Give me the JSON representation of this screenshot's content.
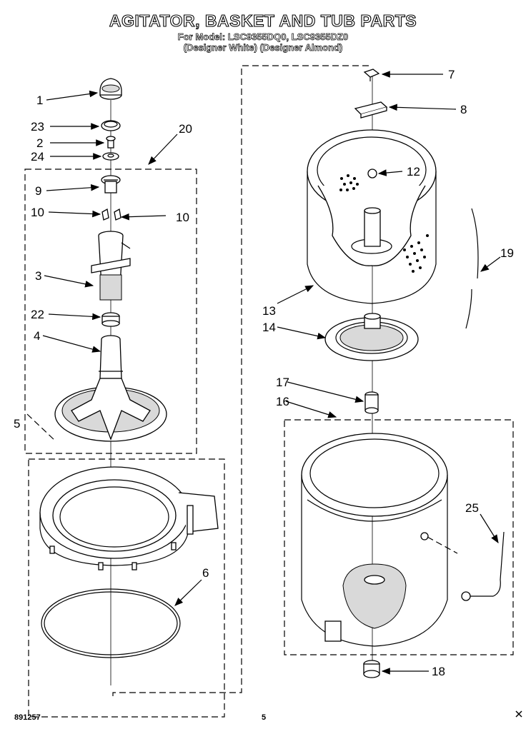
{
  "title": "AGITATOR, BASKET AND TUB PARTS",
  "subtitle_line1": "For Model: LSC9355DQ0, LSC9355DZ0",
  "subtitle_line2": "(Designer White) (Designer Almond)",
  "footer": {
    "diagram_number": "891257",
    "page_number": "5"
  },
  "callouts": {
    "c1": "1",
    "c23": "23",
    "c2": "2",
    "c24": "24",
    "c20": "20",
    "c9": "9",
    "c10a": "10",
    "c10b": "10",
    "c3": "3",
    "c22": "22",
    "c4": "4",
    "c5": "5",
    "c6": "6",
    "c7": "7",
    "c8": "8",
    "c12": "12",
    "c13": "13",
    "c14": "14",
    "c17": "17",
    "c16": "16",
    "c19": "19",
    "c25": "25",
    "c18": "18"
  }
}
